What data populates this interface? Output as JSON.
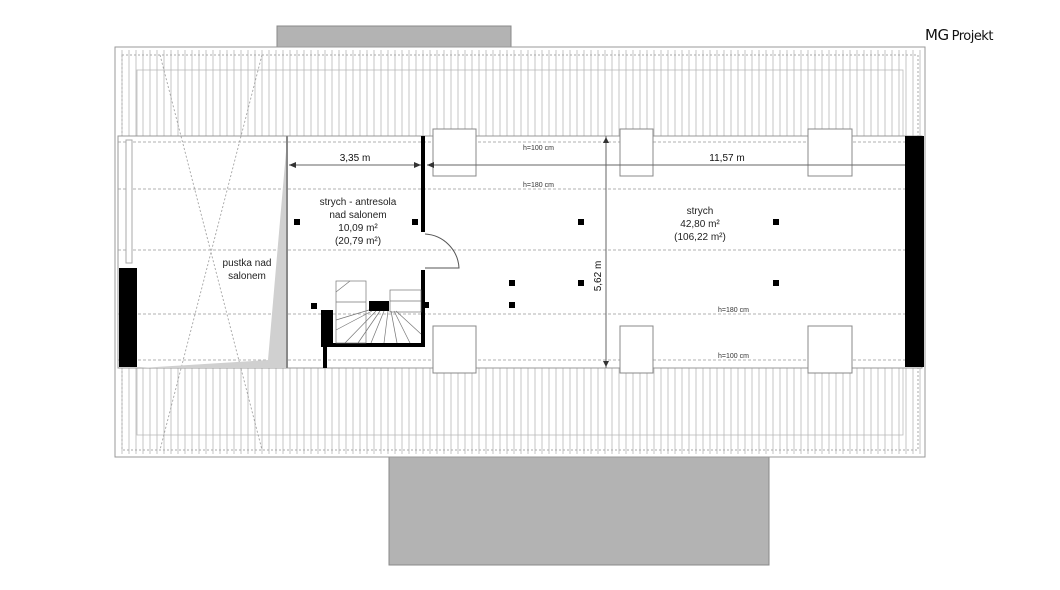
{
  "brand": {
    "logo_mark": "MG",
    "logo_text": "Projekt"
  },
  "rooms": [
    {
      "name_line1": "strych - antresola",
      "name_line2": "nad salonem",
      "area": "10,09 m²",
      "total_area": "(20,79 m²)"
    },
    {
      "name_line1": "strych",
      "area": "42,80 m²",
      "total_area": "(106,22 m²)"
    }
  ],
  "void": {
    "line1": "pustka nad",
    "line2": "salonem"
  },
  "dimensions": {
    "left_width": "3,35 m",
    "right_width": "11,57 m",
    "depth": "5,62 m"
  },
  "height_lines": {
    "top_100": "h=100 cm",
    "top_180": "h=180 cm",
    "bottom_180": "h=180 cm",
    "bottom_100": "h=100 cm"
  },
  "colors": {
    "wall": "#000000",
    "roof_fill": "#b3b3b3",
    "line": "#888888"
  }
}
